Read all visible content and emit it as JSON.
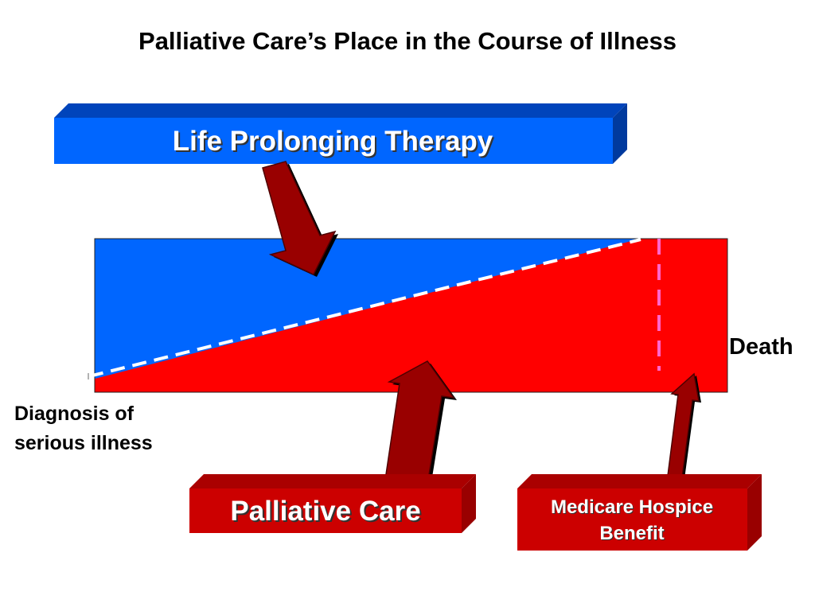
{
  "slide": {
    "title": "Palliative Care’s Place in the Course of Illness"
  },
  "boxes": {
    "life_prolonging": "Life Prolonging Therapy",
    "palliative_care": "Palliative Care",
    "hospice": "Medicare Hospice Benefit"
  },
  "timeline": {
    "start_label": "Diagnosis of serious illness",
    "end_label": "Death"
  },
  "colors": {
    "therapy_blue": "#0066ff",
    "palliative_red": "#ff0000",
    "box_red": "#cc0000",
    "arrow_darkred": "#990000",
    "hospice_marker": "#ff66cc"
  }
}
